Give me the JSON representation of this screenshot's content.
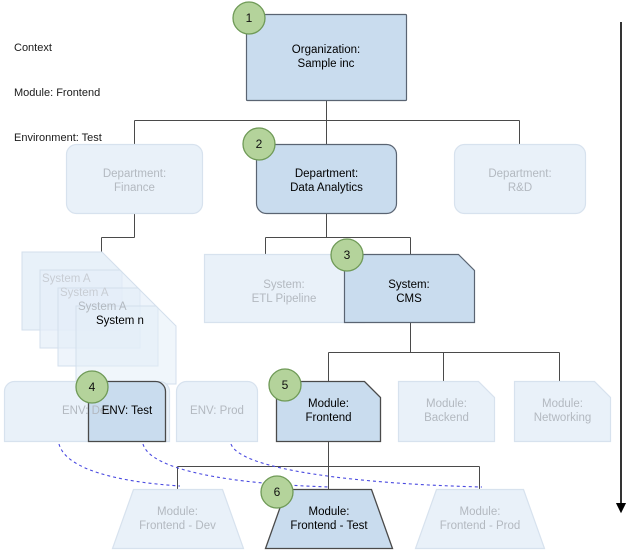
{
  "context": {
    "title": "Context",
    "lines": [
      "Module: Frontend",
      "Environment: Test"
    ]
  },
  "colors": {
    "active_fill": "#c9dcee",
    "active_stroke": "#4a4a4a",
    "faded_fill": "#e9f1f9",
    "faded_stroke": "#d7e2ee",
    "badge_fill": "#b4d39b",
    "badge_stroke": "#6f9a57",
    "connector": "#4a4a4a",
    "dashed_link": "#4a4ae0",
    "faded_text": "#b3b9c0",
    "active_text": "#000000",
    "arrow": "#000000"
  },
  "levels": {
    "organization": {
      "label_line1": "Organization:",
      "label_line2": "Sample inc",
      "badge": "1"
    },
    "departments": [
      {
        "line1": "Department:",
        "line2": "Finance",
        "active": false,
        "badge": ""
      },
      {
        "line1": "Department:",
        "line2": "Data Analytics",
        "active": true,
        "badge": "2"
      },
      {
        "line1": "Department:",
        "line2": "R&D",
        "active": false,
        "badge": ""
      }
    ],
    "systems_stack": {
      "cards": [
        "System A",
        "System A",
        "System A",
        "System n"
      ]
    },
    "systems": [
      {
        "line1": "System:",
        "line2": "ETL Pipeline",
        "active": false,
        "badge": ""
      },
      {
        "line1": "System:",
        "line2": "CMS",
        "active": true,
        "badge": "3"
      }
    ],
    "environments": [
      {
        "label": "ENV: Dev",
        "active": false,
        "badge": ""
      },
      {
        "label": "ENV: Test",
        "active": true,
        "badge": "4"
      },
      {
        "label": "ENV: Prod",
        "active": false,
        "badge": ""
      }
    ],
    "modules": [
      {
        "line1": "Module:",
        "line2": "Frontend",
        "active": true,
        "badge": "5"
      },
      {
        "line1": "Module:",
        "line2": "Backend",
        "active": false,
        "badge": ""
      },
      {
        "line1": "Module:",
        "line2": "Networking",
        "active": false,
        "badge": ""
      }
    ],
    "module_instances": [
      {
        "line1": "Module:",
        "line2": "Frontend - Dev",
        "active": false,
        "badge": ""
      },
      {
        "line1": "Module:",
        "line2": "Frontend - Test",
        "active": true,
        "badge": "6"
      },
      {
        "line1": "Module:",
        "line2": "Frontend - Prod",
        "active": false,
        "badge": ""
      }
    ]
  },
  "flow_arrow": {
    "name": "downward-flow-arrow"
  }
}
